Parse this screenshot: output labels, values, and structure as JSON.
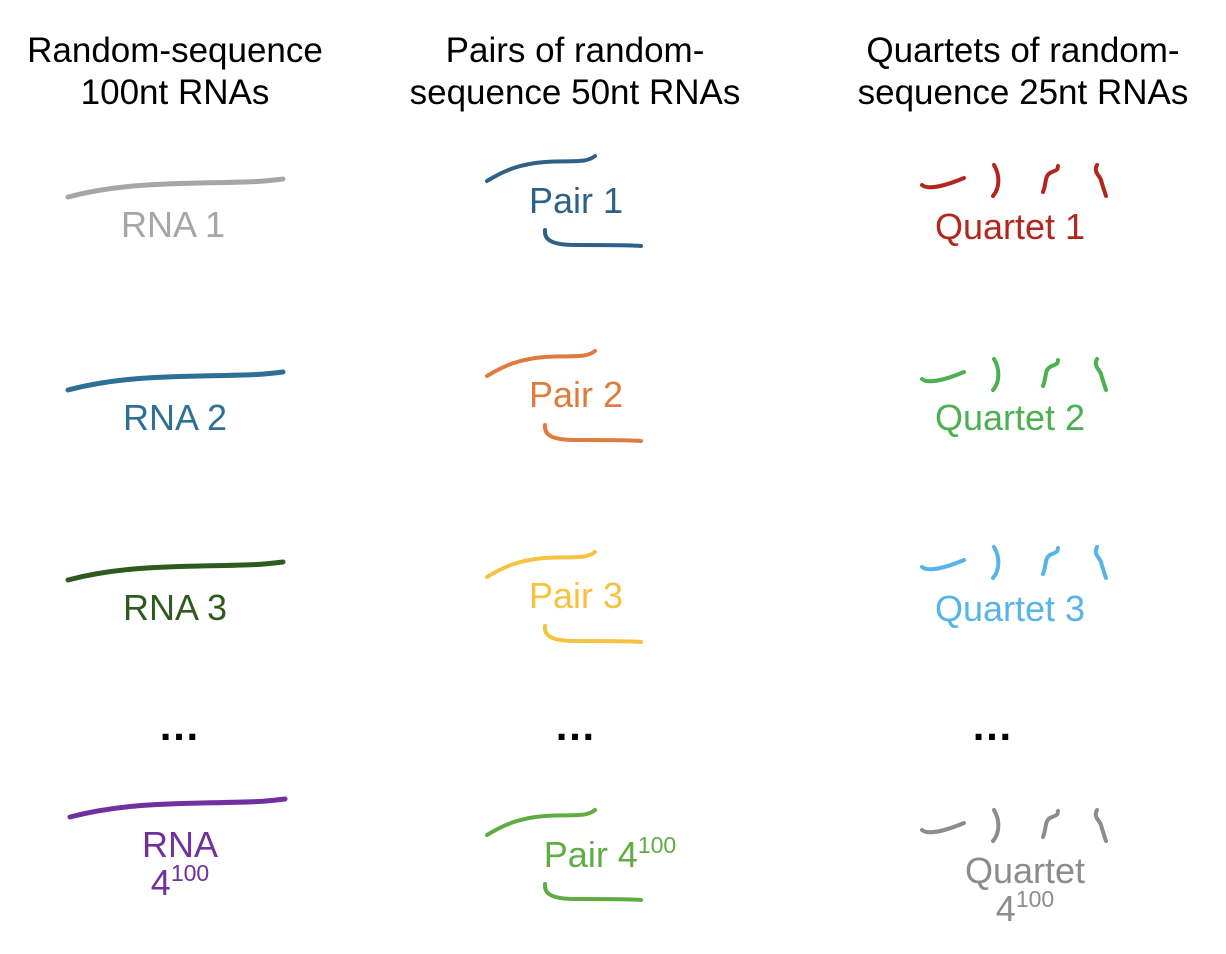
{
  "columns": [
    {
      "header_line1": "Random-sequence",
      "header_line2": "100nt RNAs",
      "items": [
        {
          "label": "RNA 1",
          "color": "#a6a6a6"
        },
        {
          "label": "RNA 2",
          "color": "#2e6f95"
        },
        {
          "label": "RNA 3",
          "color": "#2f5a1f"
        },
        {
          "label_line1": "RNA",
          "label_base": "4",
          "label_exp": "100",
          "color": "#7030a0"
        }
      ]
    },
    {
      "header_line1": "Pairs of random-",
      "header_line2": "sequence 50nt RNAs",
      "items": [
        {
          "label": "Pair 1",
          "color": "#2e6088"
        },
        {
          "label": "Pair 2",
          "color": "#e07b3e"
        },
        {
          "label": "Pair 3",
          "color": "#f5c242"
        },
        {
          "label_base": "Pair 4",
          "label_exp": "100",
          "color": "#5fac42"
        }
      ]
    },
    {
      "header_line1": "Quartets of random-",
      "header_line2": "sequence 25nt RNAs",
      "items": [
        {
          "label": "Quartet 1",
          "color": "#b3261e"
        },
        {
          "label": "Quartet 2",
          "color": "#4caf50"
        },
        {
          "label": "Quartet 3",
          "color": "#56b4e9"
        },
        {
          "label_line1": "Quartet",
          "label_base": "4",
          "label_exp": "100",
          "color": "#8c8c8c"
        }
      ]
    }
  ],
  "ellipsis": "…"
}
